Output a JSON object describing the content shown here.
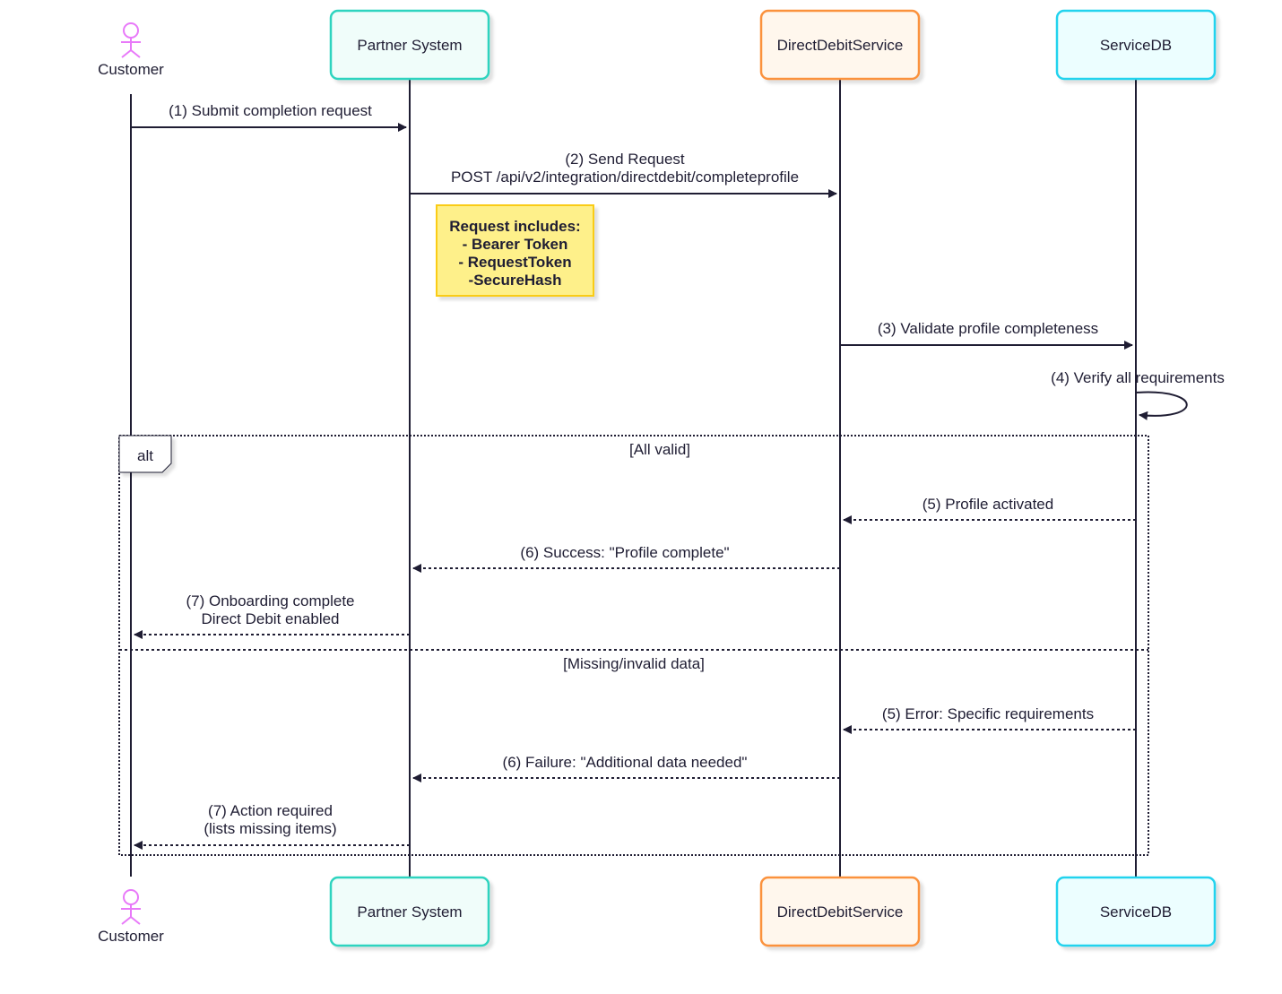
{
  "diagram": {
    "type": "sequence",
    "participants": [
      {
        "id": "customer",
        "label": "Customer",
        "kind": "actor",
        "color": "#e879f9"
      },
      {
        "id": "partner",
        "label": "Partner System",
        "kind": "box",
        "border": "#2dd4bf",
        "fill": "#f0fdfa"
      },
      {
        "id": "dds",
        "label": "DirectDebitService",
        "kind": "box",
        "border": "#fb923c",
        "fill": "#fff7ed"
      },
      {
        "id": "db",
        "label": "ServiceDB",
        "kind": "box",
        "border": "#22d3ee",
        "fill": "#ecfeff"
      }
    ],
    "messages": [
      {
        "from": "customer",
        "to": "partner",
        "lines": [
          "(1) Submit completion request"
        ],
        "style": "solid"
      },
      {
        "from": "partner",
        "to": "dds",
        "lines": [
          "(2) Send Request",
          "POST /api/v2/integration/directdebit/completeprofile"
        ],
        "style": "solid"
      },
      {
        "from": "dds",
        "to": "db",
        "lines": [
          "(3) Validate profile completeness"
        ],
        "style": "solid"
      },
      {
        "from": "db",
        "to": "db",
        "lines": [
          "(4) Verify all requirements"
        ],
        "style": "self"
      }
    ],
    "note": {
      "lines": [
        "Request includes:",
        "- Bearer Token",
        "- RequestToken",
        "-SecureHash"
      ],
      "border": "#facc15",
      "fill": "#fef08a"
    },
    "alt": {
      "label": "alt",
      "sections": [
        {
          "condition": "[All valid]",
          "messages": [
            {
              "from": "db",
              "to": "dds",
              "lines": [
                "(5) Profile activated"
              ],
              "style": "dashed"
            },
            {
              "from": "dds",
              "to": "partner",
              "lines": [
                "(6) Success: \"Profile complete\""
              ],
              "style": "dashed"
            },
            {
              "from": "partner",
              "to": "customer",
              "lines": [
                "(7) Onboarding complete",
                "Direct Debit enabled"
              ],
              "style": "dashed"
            }
          ]
        },
        {
          "condition": "[Missing/invalid data]",
          "messages": [
            {
              "from": "db",
              "to": "dds",
              "lines": [
                "(5) Error: Specific requirements"
              ],
              "style": "dashed"
            },
            {
              "from": "dds",
              "to": "partner",
              "lines": [
                "(6) Failure: \"Additional data needed\""
              ],
              "style": "dashed"
            },
            {
              "from": "partner",
              "to": "customer",
              "lines": [
                "(7) Action required",
                "(lists missing items)"
              ],
              "style": "dashed"
            }
          ]
        }
      ]
    },
    "line_color": "#1f1d33"
  }
}
